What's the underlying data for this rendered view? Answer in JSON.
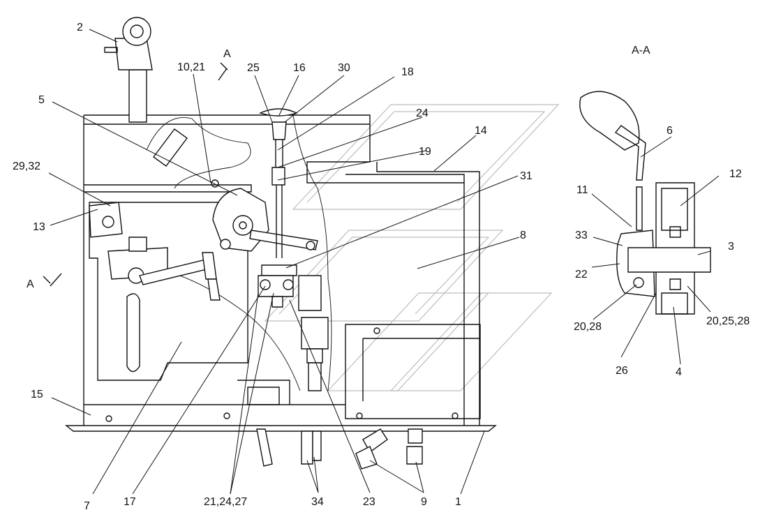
{
  "section_view_title": "A-A",
  "section_marker_top": "A",
  "section_marker_left": "A",
  "callouts_main": [
    "2",
    "10,21",
    "25",
    "16",
    "30",
    "18",
    "5",
    "24",
    "19",
    "14",
    "29,32",
    "31",
    "13",
    "8",
    "A",
    "7",
    "17",
    "21,24,27",
    "34",
    "23",
    "9",
    "1",
    "15"
  ],
  "callouts_section": [
    "6",
    "12",
    "11",
    "33",
    "3",
    "22",
    "20,28",
    "20,25,28",
    "26",
    "4"
  ]
}
